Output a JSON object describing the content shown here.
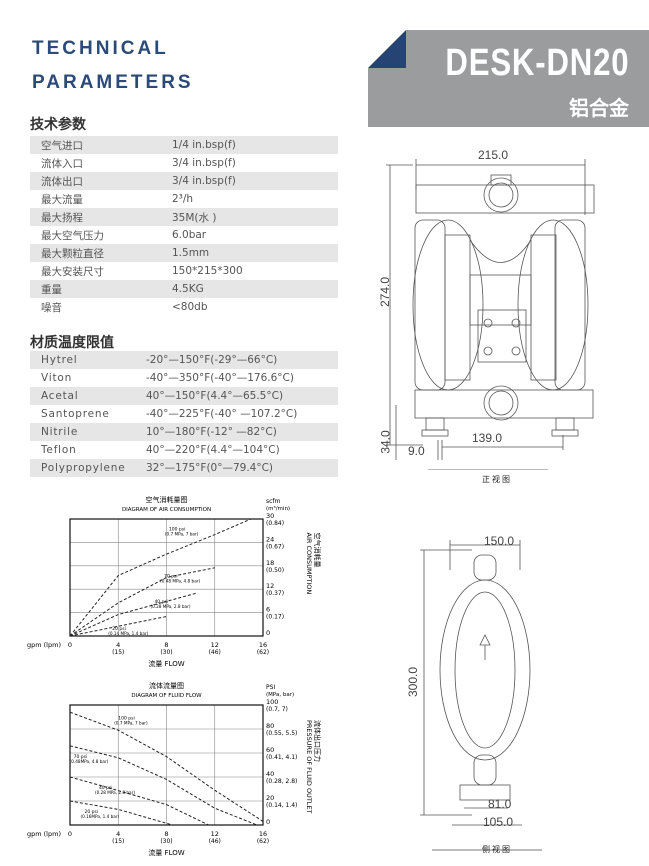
{
  "header": {
    "title_line1": "TECHNICAL",
    "title_line2": "PARAMETERS",
    "model": "DESK-DN20",
    "material": "铝合金",
    "accent": "#2b4a78",
    "banner": "#9a9c9e"
  },
  "tech_params": {
    "heading": "技术参数",
    "rows": [
      {
        "label": "空气进口",
        "value": "1/4 in.bsp(f)"
      },
      {
        "label": "流体入口",
        "value": "3/4 in.bsp(f)"
      },
      {
        "label": "流体出口",
        "value": "3/4 in.bsp(f)"
      },
      {
        "label": "最大流量",
        "value": "2³/h"
      },
      {
        "label": "最大扬程",
        "value": "35M(水 )"
      },
      {
        "label": "最大空气压力",
        "value": "6.0bar"
      },
      {
        "label": "最大颗粒直径",
        "value": "1.5mm"
      },
      {
        "label": "最大安装尺寸",
        "value": "150*215*300"
      },
      {
        "label": "重量",
        "value": "4.5KG"
      },
      {
        "label": "噪音",
        "value": "<80db"
      }
    ]
  },
  "temp_limits": {
    "heading": "材质温度限值",
    "rows": [
      {
        "label": "Hytrel",
        "value": "-20°—150°F(-29°—66°C)"
      },
      {
        "label": "Viton",
        "value": "-40°—350°F(-40°—176.6°C)"
      },
      {
        "label": "Acetal",
        "value": "40°—150°F(4.4°—65.5°C)"
      },
      {
        "label": "Santoprene",
        "value": "-40°—225°F(-40° —107.2°C)"
      },
      {
        "label": "Nitrile",
        "value": "10°—180°F(-12° —82°C)"
      },
      {
        "label": "Teflon",
        "value": "40°—220°F(4.4°—104°C)"
      },
      {
        "label": "Polypropylene",
        "value": "32°—175°F(0°—79.4°C)"
      }
    ]
  },
  "chart_data": [
    {
      "type": "line",
      "title_cn": "空气消耗量图",
      "title": "DIAGRAM OF AIR CONSUMPTION",
      "xlabel": "流量 FLOW",
      "xunit": "gpm (lpm)",
      "ylabel_cn": "空气消耗量",
      "ylabel": "AIR CONSUMPTION",
      "yunit1": "scfm",
      "yunit2": "(m³/min)",
      "xlim": [
        0,
        16
      ],
      "ylim": [
        0,
        30
      ],
      "x_ticks": [
        {
          "v": 0,
          "a": "0",
          "b": ""
        },
        {
          "v": 4,
          "a": "4",
          "b": "(15)"
        },
        {
          "v": 8,
          "a": "8",
          "b": "(30)"
        },
        {
          "v": 12,
          "a": "12",
          "b": "(46)"
        },
        {
          "v": 16,
          "a": "16",
          "b": "(62)"
        }
      ],
      "y_ticks": [
        {
          "v": 0,
          "a": "0",
          "b": ""
        },
        {
          "v": 6,
          "a": "6",
          "b": "(0.17)"
        },
        {
          "v": 12,
          "a": "12",
          "b": "(0.37)"
        },
        {
          "v": 18,
          "a": "18",
          "b": "(0.50)"
        },
        {
          "v": 24,
          "a": "24",
          "b": "(0.67)"
        },
        {
          "v": 30,
          "a": "30",
          "b": "(0.84)"
        }
      ],
      "series": [
        {
          "name": "100 psi",
          "sub": "(0.7 MPa, 7 bar)",
          "points": [
            [
              0,
              0
            ],
            [
              4,
              15.5
            ],
            [
              8,
              21
            ],
            [
              12,
              26
            ],
            [
              15,
              30
            ]
          ],
          "label_at": [
            8.2,
            27
          ]
        },
        {
          "name": "70 psi",
          "sub": "(0.48 MPa, 4.8 bar)",
          "points": [
            [
              0,
              0
            ],
            [
              4,
              8.5
            ],
            [
              8,
              15
            ],
            [
              12,
              17.5
            ]
          ],
          "label_at": [
            7.8,
            15
          ]
        },
        {
          "name": "40 psi",
          "sub": "(0.28 MPa, 2.8 bar)",
          "points": [
            [
              0,
              0
            ],
            [
              4,
              5.5
            ],
            [
              10.5,
              11
            ]
          ],
          "label_at": [
            7,
            8.5
          ]
        },
        {
          "name": "20 psi",
          "sub": "(0.14 MPa, 1.4 bar)",
          "points": [
            [
              0,
              0
            ],
            [
              4,
              2.5
            ],
            [
              8,
              5
            ]
          ],
          "label_at": [
            3.5,
            1.5
          ]
        }
      ]
    },
    {
      "type": "line",
      "title_cn": "流体流量图",
      "title": "DIAGRAM OF FLUID FLOW",
      "xlabel": "流量 FLOW",
      "xunit": "gpm (lpm)",
      "ylabel_cn": "流体出口压力",
      "ylabel": "PRESSURE OF FLUID OUTLET",
      "yunit1": "PSI",
      "yunit2": "(MPa, bar)",
      "xlim": [
        0,
        16
      ],
      "ylim": [
        0,
        100
      ],
      "x_ticks": [
        {
          "v": 0,
          "a": "0",
          "b": ""
        },
        {
          "v": 4,
          "a": "4",
          "b": "(15)"
        },
        {
          "v": 8,
          "a": "8",
          "b": "(30)"
        },
        {
          "v": 12,
          "a": "12",
          "b": "(46)"
        },
        {
          "v": 16,
          "a": "16",
          "b": "(62)"
        }
      ],
      "y_ticks": [
        {
          "v": 0,
          "a": "0",
          "b": ""
        },
        {
          "v": 20,
          "a": "20",
          "b": "(0.14, 1.4)"
        },
        {
          "v": 40,
          "a": "40",
          "b": "(0.28, 2.8)"
        },
        {
          "v": 60,
          "a": "60",
          "b": "(0.41, 4.1)"
        },
        {
          "v": 80,
          "a": "80",
          "b": "(0.55, 5.5)"
        },
        {
          "v": 100,
          "a": "100",
          "b": "(0.7, 7)"
        }
      ],
      "series": [
        {
          "name": "100 psi",
          "sub": "(0.7 MPa, 7 bar)",
          "points": [
            [
              0,
              94
            ],
            [
              4,
              79
            ],
            [
              8,
              57
            ],
            [
              12,
              29
            ],
            [
              16,
              3
            ]
          ],
          "label_at": [
            4,
            88
          ]
        },
        {
          "name": "70 psi",
          "sub": "(0.48MPa, 4.8 bar)",
          "points": [
            [
              0,
              66
            ],
            [
              4,
              56
            ],
            [
              8,
              38
            ],
            [
              12,
              14
            ],
            [
              15.5,
              0
            ]
          ],
          "label_at": [
            0.3,
            56
          ]
        },
        {
          "name": "40 psi",
          "sub": "(0.28 MPa, 2.8 bar)",
          "points": [
            [
              0,
              40
            ],
            [
              2.5,
              33
            ],
            [
              8,
              17
            ],
            [
              11.5,
              0
            ]
          ],
          "label_at": [
            2.4,
            30
          ]
        },
        {
          "name": "20 psi",
          "sub": "(0.16MPa, 1.4 bar)",
          "points": [
            [
              0,
              20
            ],
            [
              4,
              13
            ],
            [
              8.5,
              0
            ]
          ],
          "label_at": [
            1.2,
            10
          ]
        }
      ]
    }
  ],
  "drawings": {
    "front": {
      "caption": "正视图",
      "width": "215.0",
      "height": "274.0",
      "base": "34.0",
      "foot": "9.0",
      "spacing": "139.0"
    },
    "side": {
      "caption": "侧视图",
      "width": "150.0",
      "height": "300.0",
      "inner": "81.0",
      "outer": "105.0"
    }
  }
}
